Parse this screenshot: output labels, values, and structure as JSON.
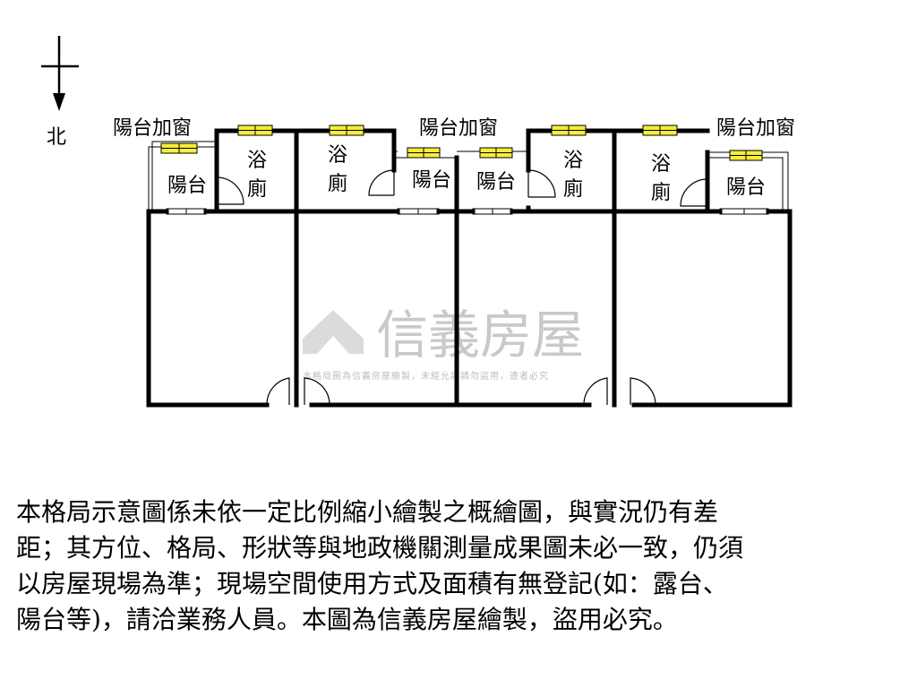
{
  "compass": {
    "label": "北"
  },
  "rooms": {
    "balcony_window": "陽台加窗",
    "balcony": "陽台",
    "bath_1": "浴",
    "bath_2": "廁"
  },
  "watermark": {
    "brand": "信義房屋",
    "notice": "本格局圖為信義房屋繪製，未經允許請勿盜用，違者必究"
  },
  "disclaimer": {
    "line1": "本格局示意圖係未依一定比例縮小繪製之概繪圖，與實況仍有差",
    "line2": "距；其方位、格局、形狀等與地政機關測量成果圖未必一致，仍須",
    "line3": "以房屋現場為準；現場空間使用方式及面積有無登記(如：露台、",
    "line4": "陽台等)，請洽業務人員。本圖為信義房屋繪製，盜用必究。"
  },
  "colors": {
    "window_fill": "#f4ee3a",
    "wall": "#000000",
    "watermark": "#c9c9c9"
  }
}
